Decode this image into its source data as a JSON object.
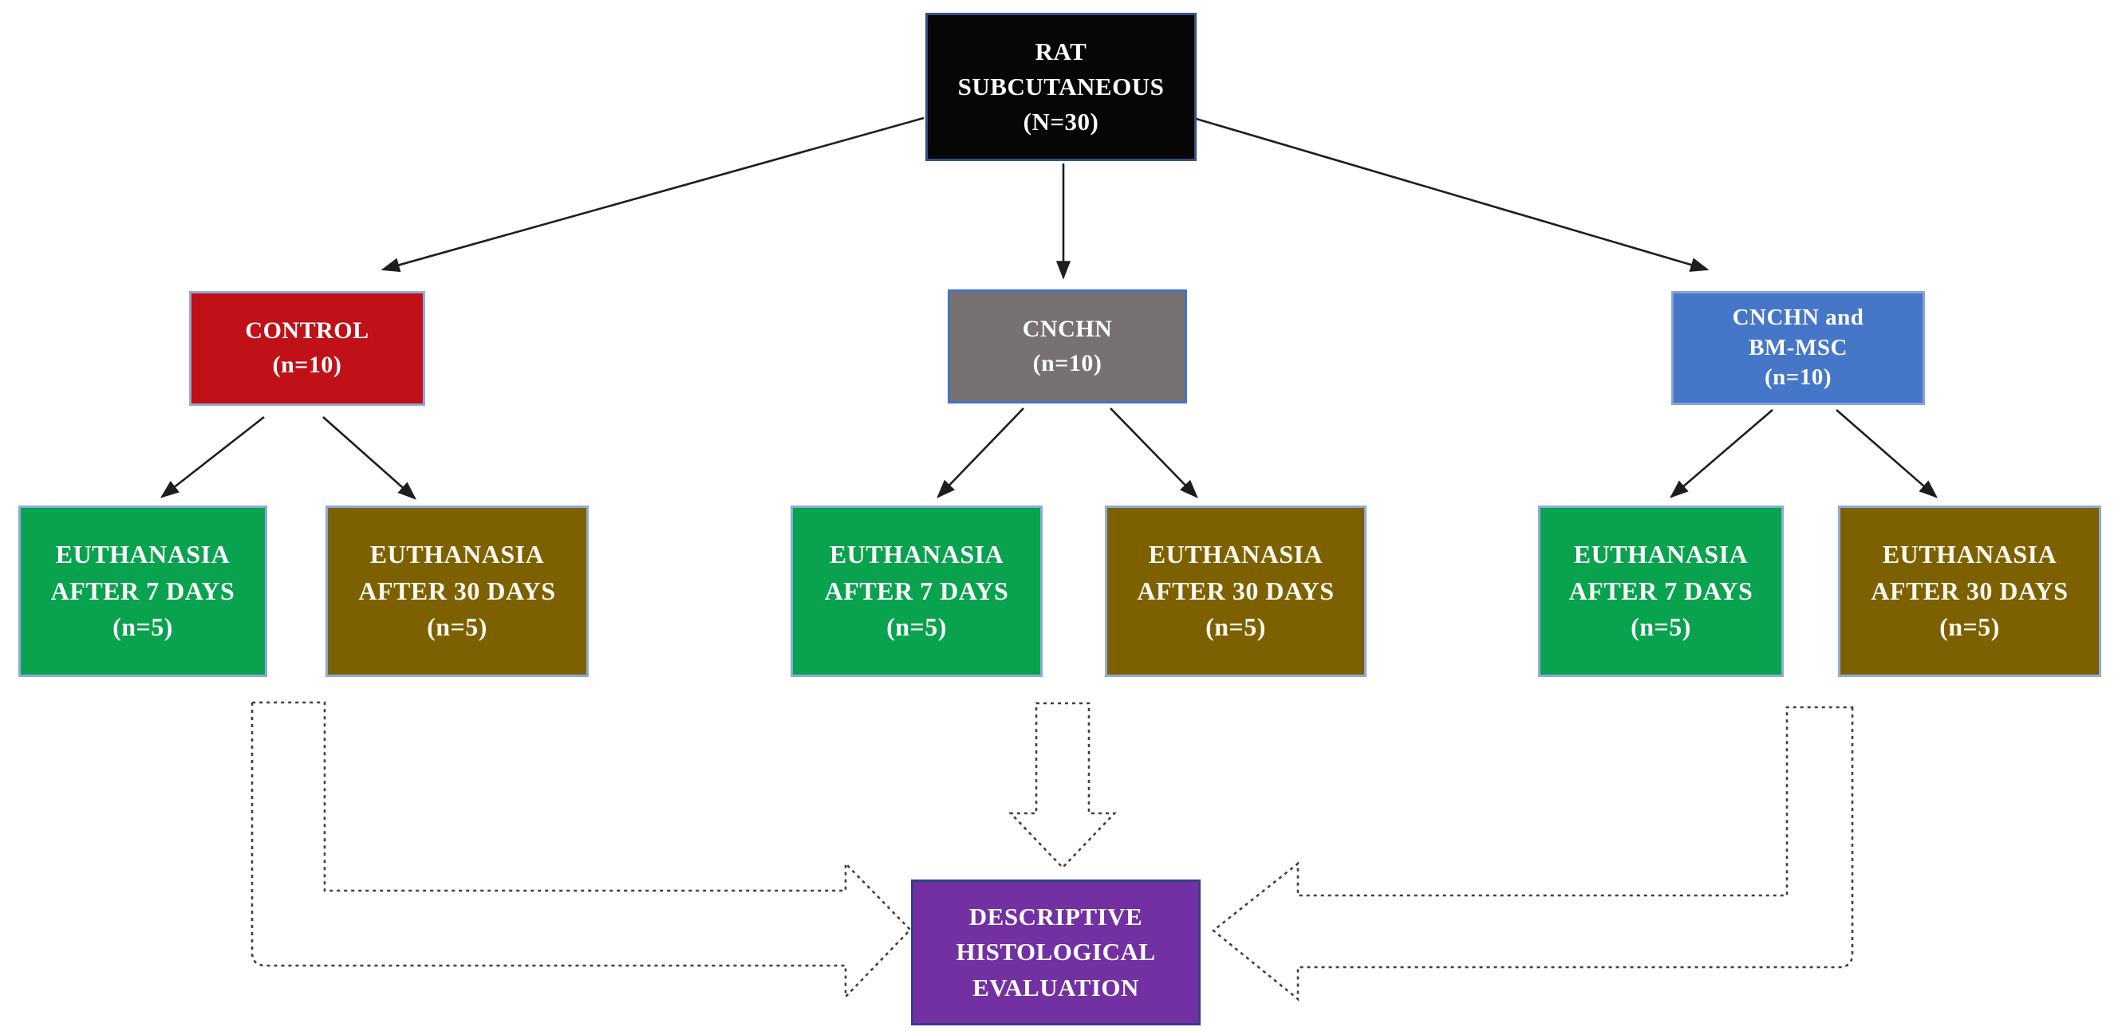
{
  "figure": {
    "type": "study-design-flowchart",
    "background_color": "#ffffff",
    "arrow_color": "#1d1d1d",
    "dashed_arrow_color": "#3f3f3f"
  },
  "nodes": {
    "root": {
      "text": "RAT\nSUBCUTANEOUS\n(N=30)",
      "bg": "#060606",
      "border": "#35508e",
      "text_color": "#ffffff"
    },
    "control": {
      "text": "CONTROL\n(n=10)",
      "bg": "#c01018",
      "border": "#93a9d8",
      "text_color": "#ffffff"
    },
    "cnchn": {
      "text": "CNCHN\n(n=10)",
      "bg": "#787172",
      "border": "#4472c4",
      "text_color": "#ffffff"
    },
    "cnchn_bmmsc": {
      "text": "CNCHN and\nBM-MSC\n(n=10)",
      "bg": "#4676c8",
      "border": "#86a2d8",
      "text_color": "#ffffff"
    },
    "control_7d": {
      "text": "EUTHANASIA\nAFTER 7 DAYS\n(n=5)",
      "bg": "#09a24e",
      "border": "#8ea9db",
      "text_color": "#ffffff"
    },
    "control_30d": {
      "text": "EUTHANASIA\nAFTER 30 DAYS\n(n=5)",
      "bg": "#7d6100",
      "border": "#8ea9db",
      "text_color": "#fdf9f0"
    },
    "cnchn_7d": {
      "text": "EUTHANASIA\nAFTER 7 DAYS\n(n=5)",
      "bg": "#09a24e",
      "border": "#8ea9db",
      "text_color": "#ffffff"
    },
    "cnchn_30d": {
      "text": "EUTHANASIA\nAFTER 30 DAYS\n(n=5)",
      "bg": "#7d6100",
      "border": "#8ea9db",
      "text_color": "#fdf9f0"
    },
    "bmmsc_7d": {
      "text": "EUTHANASIA\nAFTER 7 DAYS\n(n=5)",
      "bg": "#09a24e",
      "border": "#8ea9db",
      "text_color": "#ffffff"
    },
    "bmmsc_30d": {
      "text": "EUTHANASIA\nAFTER 30 DAYS\n(n=5)",
      "bg": "#7d6100",
      "border": "#8ea9db",
      "text_color": "#fdf9f0"
    },
    "evaluation": {
      "text": "DESCRIPTIVE\nHISTOLOGICAL\nEVALUATION",
      "bg": "#7230a2",
      "border": "#31418c",
      "text_color": "#ffffff"
    }
  }
}
